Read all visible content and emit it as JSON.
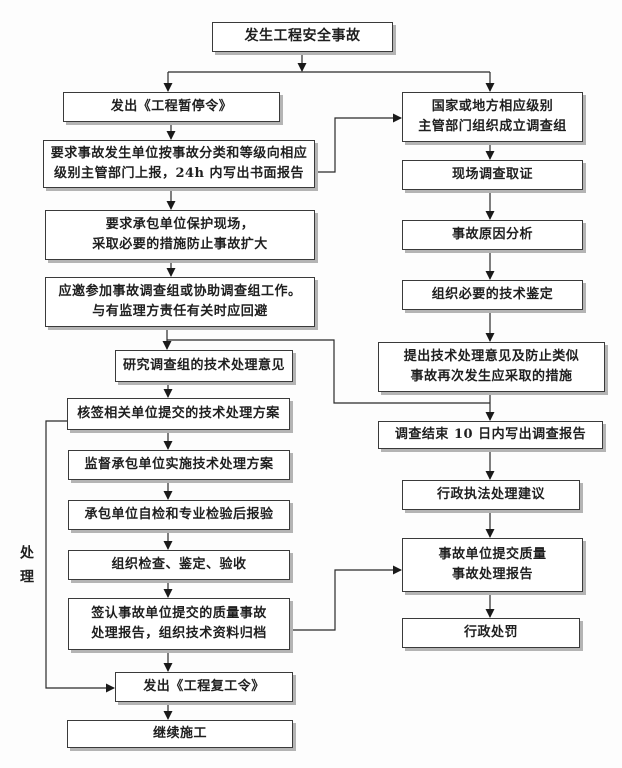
{
  "diagram": {
    "side_label": "处理",
    "start": {
      "label": "发生工程安全事故"
    },
    "left_flow": [
      {
        "label": "发出《工程暂停令》"
      },
      {
        "label": "要求事故发生单位按事故分类和等级向相应\n级别主管部门上报，24h 内写出书面报告"
      },
      {
        "label": "要求承包单位保护现场，\n采取必要的措施防止事故扩大"
      },
      {
        "label": "应邀参加事故调查组或协助调查组工作。\n与有监理方责任有关时应回避"
      },
      {
        "label": "研究调查组的技术处理意见"
      },
      {
        "label": "核签相关单位提交的技术处理方案"
      },
      {
        "label": "监督承包单位实施技术处理方案"
      },
      {
        "label": "承包单位自检和专业检验后报验"
      },
      {
        "label": "组织检查、鉴定、验收"
      },
      {
        "label": "签认事故单位提交的质量事故\n处理报告，组织技术资料归档"
      },
      {
        "label": "发出《工程复工令》"
      },
      {
        "label": "继续施工"
      }
    ],
    "right_flow": [
      {
        "label": "国家或地方相应级别\n主管部门组织成立调查组"
      },
      {
        "label": "现场调查取证"
      },
      {
        "label": "事故原因分析"
      },
      {
        "label": "组织必要的技术鉴定"
      },
      {
        "label": "提出技术处理意见及防止类似\n事故再次发生应采取的措施"
      },
      {
        "label": "调查结束 10 日内写出调查报告"
      },
      {
        "label": "行政执法处理建议"
      },
      {
        "label": "事故单位提交质量\n事故处理报告"
      },
      {
        "label": "行政处罚"
      }
    ],
    "colors": {
      "box_border": "#3a3a3a",
      "box_shadow": "#b4b4b4",
      "arrow": "#1a1a1a",
      "background": "#fdfdfd"
    }
  }
}
